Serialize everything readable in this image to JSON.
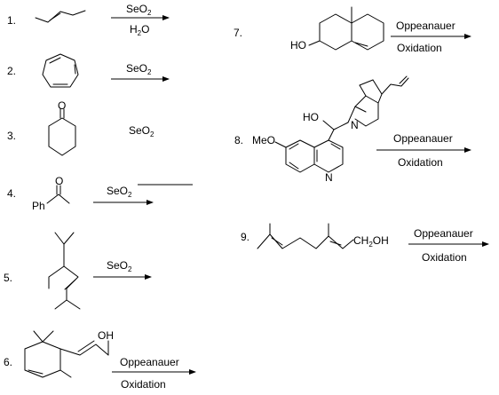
{
  "problems": [
    {
      "number": "1.",
      "above": "SeO2",
      "below": "H2O"
    },
    {
      "number": "2.",
      "above": "SeO2",
      "below": ""
    },
    {
      "number": "3.",
      "above": "SeO2",
      "below": ""
    },
    {
      "number": "4.",
      "above": "SeO2",
      "below": "",
      "substituent": "Ph",
      "heteroatom": "O"
    },
    {
      "number": "5.",
      "above": "SeO2",
      "below": ""
    },
    {
      "number": "6.",
      "above": "Oppeanauer",
      "below": "Oxidation",
      "substituent": "OH"
    },
    {
      "number": "7.",
      "above": "Oppeanauer",
      "below": "Oxidation",
      "substituent": "HO"
    },
    {
      "number": "8.",
      "above": "Oppeanauer",
      "below": "Oxidation",
      "prefix": "MeO",
      "substituent": "HO",
      "heteroatom": "N"
    },
    {
      "number": "9.",
      "above": "Oppeanauer",
      "below": "Oxidation",
      "substituent": "CH2OH"
    }
  ]
}
